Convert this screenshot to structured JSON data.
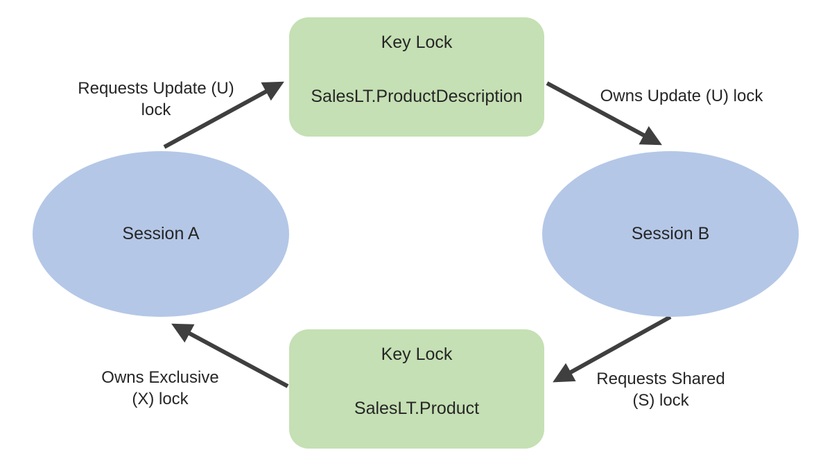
{
  "diagram": {
    "colors": {
      "background": "#ffffff",
      "lock_fill": "#c5e0b4",
      "session_fill": "#b4c7e7",
      "arrow": "#3f3f3f",
      "text": "#262626"
    },
    "nodes": {
      "lock_top": {
        "title": "Key Lock",
        "subtitle": "SalesLT.ProductDescription"
      },
      "lock_bottom": {
        "title": "Key Lock",
        "subtitle": "SalesLT.Product"
      },
      "session_a": {
        "label": "Session A"
      },
      "session_b": {
        "label": "Session B"
      }
    },
    "edges": {
      "a_to_top": {
        "label": "Requests Update (U) lock",
        "lines": [
          "Requests Update (U)",
          "lock"
        ]
      },
      "top_to_b": {
        "label": "Owns Update (U) lock",
        "lines": [
          "Owns Update (U) lock"
        ]
      },
      "b_to_bottom": {
        "label": "Requests Shared (S) lock",
        "lines": [
          "Requests Shared",
          "(S) lock"
        ]
      },
      "bottom_to_a": {
        "label": "Owns Exclusive (X) lock",
        "lines": [
          "Owns Exclusive",
          "(X) lock"
        ]
      }
    }
  }
}
